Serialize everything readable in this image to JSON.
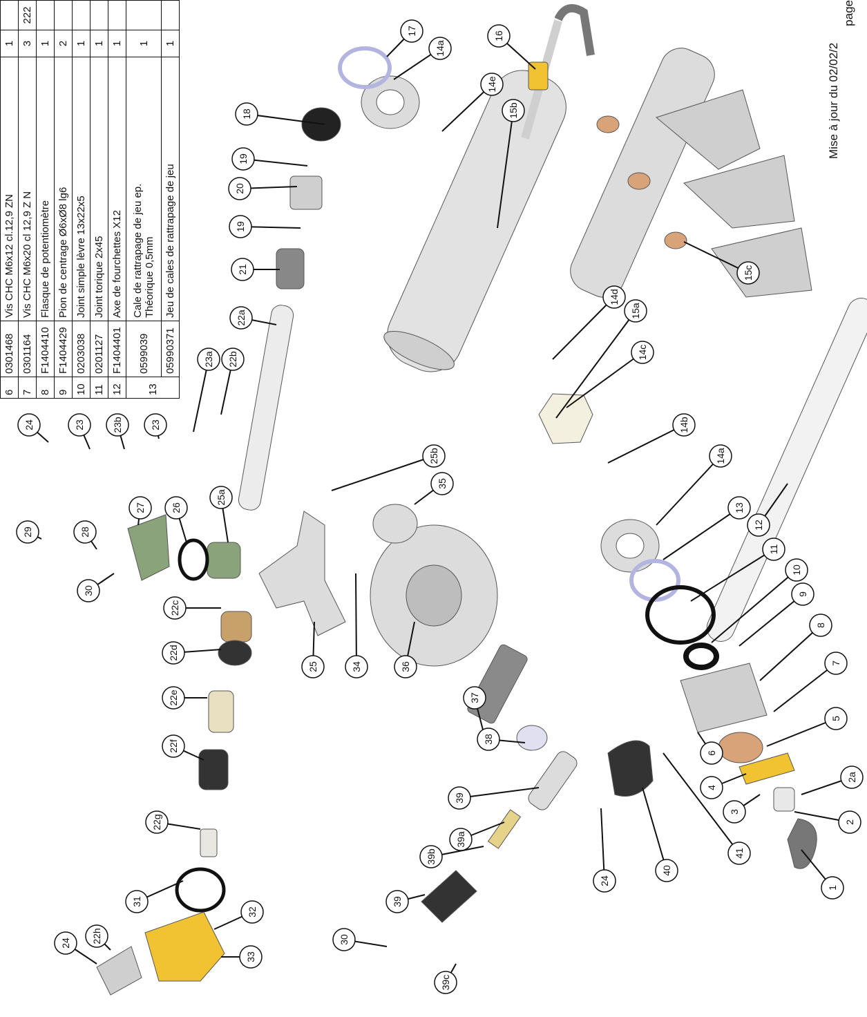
{
  "parts_table": {
    "rows": [
      {
        "num": "6",
        "ref": "0301468",
        "desc": "Vis CHC M6x12 cl.12,9 ZN",
        "qty": "1",
        "extra": ""
      },
      {
        "num": "7",
        "ref": "0301164",
        "desc": "Vis CHC M6x20 cl 12,9 Z N",
        "qty": "3",
        "extra": "222"
      },
      {
        "num": "8",
        "ref": "F1404410",
        "desc": "Flasque de potentiomètre",
        "qty": "1",
        "extra": ""
      },
      {
        "num": "9",
        "ref": "F1404429",
        "desc": "Pion de centrage Ø6xØ8 lg6",
        "qty": "2",
        "extra": ""
      },
      {
        "num": "10",
        "ref": "0203038",
        "desc": "Joint simple lèvre 13x22x5",
        "qty": "1",
        "extra": ""
      },
      {
        "num": "11",
        "ref": "0201127",
        "desc": "Joint torique 2x45",
        "qty": "1",
        "extra": ""
      },
      {
        "num": "12",
        "ref": "F1404401",
        "desc": "Axe de fourchettes X12",
        "qty": "1",
        "extra": ""
      },
      {
        "num": "13",
        "ref": "0599039",
        "desc_line1": "Cale de rattrapage de jeu ep.",
        "desc_line2": "Théorique 0,5mm",
        "qty": "1",
        "extra": ""
      },
      {
        "num": "",
        "ref": "05990371",
        "desc": "Jeu de cales de rattrapage de jeu",
        "qty": "1",
        "extra": ""
      }
    ]
  },
  "footer": {
    "line1": "Mise à jour du 02/02/2",
    "line2": "page"
  },
  "callouts": [
    "17",
    "14a",
    "16",
    "18",
    "14e",
    "19",
    "20",
    "15b",
    "19",
    "21",
    "22a",
    "14d",
    "15c",
    "23a",
    "22b",
    "15a",
    "14c",
    "24",
    "23",
    "23b",
    "23",
    "25b",
    "14b",
    "35",
    "29",
    "28",
    "27",
    "26",
    "25a",
    "14a",
    "13",
    "12",
    "11",
    "10",
    "9",
    "8",
    "30",
    "7",
    "22c",
    "25",
    "34",
    "36",
    "22d",
    "37",
    "5",
    "6",
    "22e",
    "38",
    "4",
    "2a",
    "39",
    "22f",
    "3",
    "2",
    "39a",
    "41",
    "40",
    "24",
    "1",
    "22g",
    "39b",
    "31",
    "39",
    "22h",
    "24",
    "32",
    "30",
    "33",
    "39c"
  ],
  "colors": {
    "line": "#111111",
    "metal": "#d9d9d9",
    "brass": "#f1c232",
    "bronze": "#c8a06a",
    "green": "#8aa37b",
    "dark": "#2b2b2b",
    "lavender": "#b4b4e0",
    "copper": "#d9a37a"
  }
}
